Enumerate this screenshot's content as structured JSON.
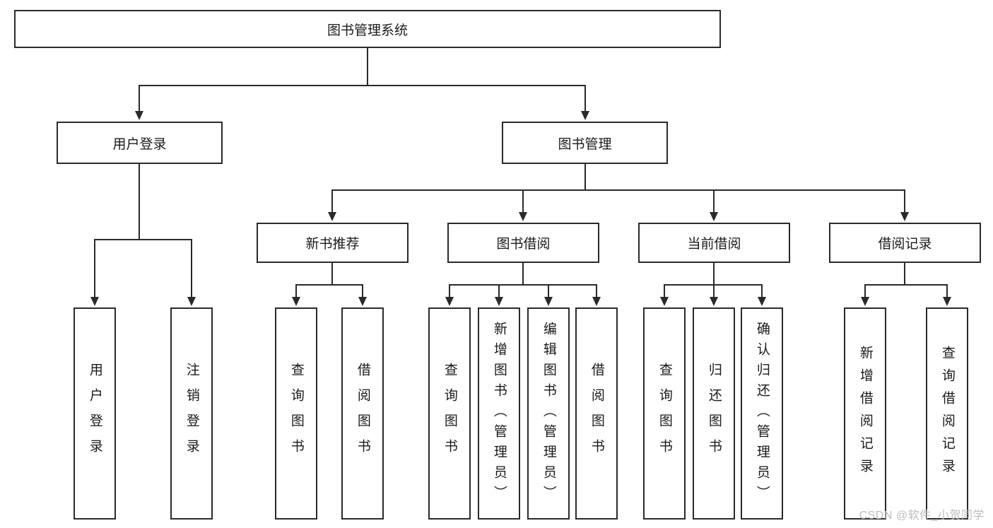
{
  "diagram": {
    "root": "图书管理系统",
    "user_login": {
      "label": "用户登录",
      "children": [
        "用户登录",
        "注销登录"
      ]
    },
    "book_management": {
      "label": "图书管理",
      "groups": [
        {
          "label": "新书推荐",
          "children": [
            "查询图书",
            "借阅图书"
          ]
        },
        {
          "label": "图书借阅",
          "children": [
            "查询图书",
            "新增图书（管理员）",
            "编辑图书（管理员）",
            "借阅图书"
          ]
        },
        {
          "label": "当前借阅",
          "children": [
            "查询图书",
            "归还图书",
            "确认归还（管理员）"
          ]
        },
        {
          "label": "借阅记录",
          "children": [
            "新增借阅记录",
            "查询借阅记录"
          ]
        }
      ]
    }
  },
  "watermark": "CSDN @软件_小贺同学"
}
